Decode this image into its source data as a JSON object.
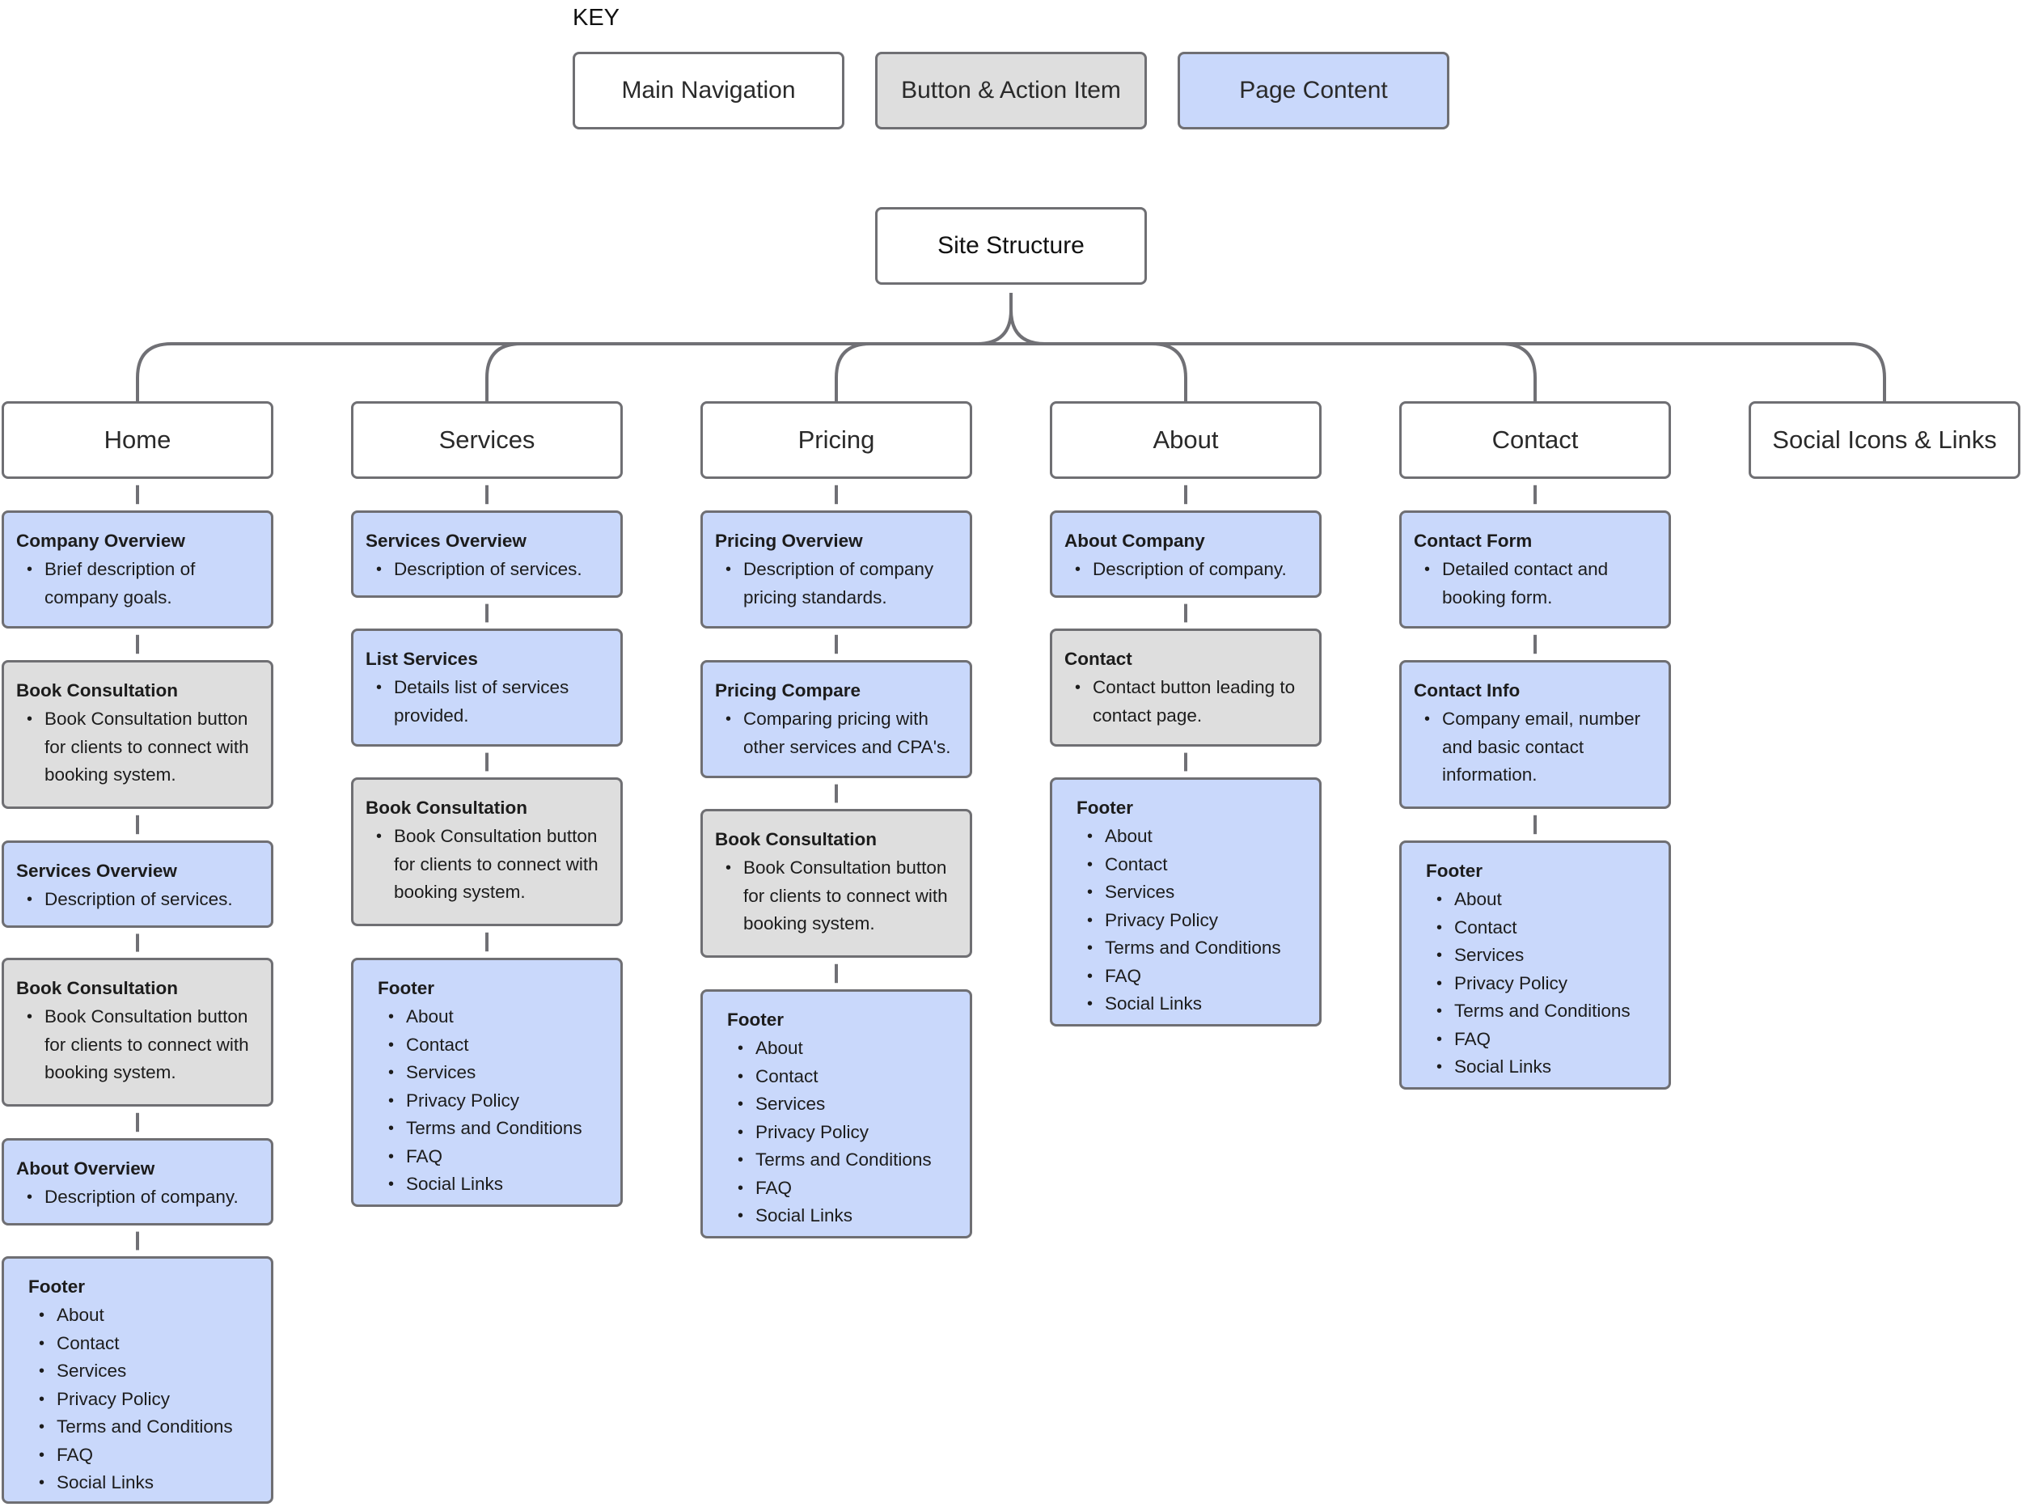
{
  "key": {
    "title": "KEY",
    "items": [
      {
        "label": "Main Navigation",
        "color": "#ffffff"
      },
      {
        "label": "Button & Action Item",
        "color": "#dedede"
      },
      {
        "label": "Page Content",
        "color": "#c9d8fb"
      }
    ]
  },
  "root": {
    "label": "Site Structure"
  },
  "nav": [
    {
      "label": "Home"
    },
    {
      "label": "Services"
    },
    {
      "label": "Pricing"
    },
    {
      "label": "About"
    },
    {
      "label": "Contact"
    },
    {
      "label": "Social Icons & Links"
    }
  ],
  "columns": [
    {
      "cards": [
        {
          "kind": "page",
          "title": "Company Overview",
          "items": [
            "Brief description of company goals."
          ]
        },
        {
          "kind": "btn",
          "title": "Book Consultation",
          "items": [
            "Book Consultation button for clients to connect with booking system."
          ]
        },
        {
          "kind": "page",
          "title": "Services Overview",
          "items": [
            "Description of services."
          ]
        },
        {
          "kind": "btn",
          "title": "Book Consultation",
          "items": [
            "Book Consultation button for clients to connect with booking system."
          ]
        },
        {
          "kind": "page",
          "title": "About Overview",
          "items": [
            "Description of company."
          ]
        },
        {
          "kind": "footer",
          "title": "Footer",
          "items": [
            "About",
            "Contact",
            "Services",
            "Privacy Policy",
            "Terms and Conditions",
            "FAQ",
            "Social Links"
          ]
        }
      ]
    },
    {
      "cards": [
        {
          "kind": "page",
          "title": "Services Overview",
          "items": [
            "Description of services."
          ]
        },
        {
          "kind": "page",
          "title": "List Services",
          "items": [
            "Details list of services provided."
          ]
        },
        {
          "kind": "btn",
          "title": "Book Consultation",
          "items": [
            "Book Consultation button for clients to connect with booking system."
          ]
        },
        {
          "kind": "footer",
          "title": "Footer",
          "items": [
            "About",
            "Contact",
            "Services",
            "Privacy Policy",
            "Terms and Conditions",
            "FAQ",
            "Social Links"
          ]
        }
      ]
    },
    {
      "cards": [
        {
          "kind": "page",
          "title": "Pricing Overview",
          "items": [
            "Description of company pricing standards."
          ]
        },
        {
          "kind": "page",
          "title": "Pricing Compare",
          "items": [
            "Comparing pricing with other services and CPA's."
          ]
        },
        {
          "kind": "btn",
          "title": "Book Consultation",
          "items": [
            "Book Consultation button for clients to connect with booking system."
          ]
        },
        {
          "kind": "footer",
          "title": "Footer",
          "items": [
            "About",
            "Contact",
            "Services",
            "Privacy Policy",
            "Terms and Conditions",
            "FAQ",
            "Social Links"
          ]
        }
      ]
    },
    {
      "cards": [
        {
          "kind": "page",
          "title": "About Company",
          "items": [
            "Description of company."
          ]
        },
        {
          "kind": "btn",
          "title": "Contact",
          "items": [
            "Contact button leading to contact page."
          ]
        },
        {
          "kind": "footer",
          "title": "Footer",
          "items": [
            "About",
            "Contact",
            "Services",
            "Privacy Policy",
            "Terms and Conditions",
            "FAQ",
            "Social Links"
          ]
        }
      ]
    },
    {
      "cards": [
        {
          "kind": "page",
          "title": "Contact Form",
          "items": [
            "Detailed contact and booking form."
          ]
        },
        {
          "kind": "page",
          "title": "Contact Info",
          "items": [
            "Company email, number and basic contact information."
          ]
        },
        {
          "kind": "footer",
          "title": "Footer",
          "items": [
            "About",
            "Contact",
            "Services",
            "Privacy Policy",
            "Terms and Conditions",
            "FAQ",
            "Social Links"
          ]
        }
      ]
    },
    {
      "cards": []
    }
  ]
}
